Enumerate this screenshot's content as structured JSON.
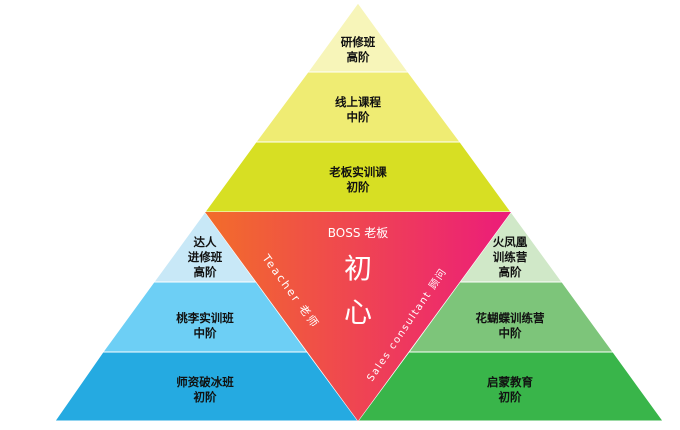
{
  "top_levels": [
    {
      "name": "研修班",
      "level": "高阶",
      "color": "#f7f5b9"
    },
    {
      "name": "线上课程",
      "level": "中阶",
      "color": "#efec73"
    },
    {
      "name": "老板实训课",
      "level": "初阶",
      "color": "#d7df23"
    }
  ],
  "left_levels": [
    {
      "name_line1": "达人",
      "name_line2": "进修班",
      "level": "高阶",
      "color": "#c8e8f7"
    },
    {
      "name": "桃李实训班",
      "level": "中阶",
      "color": "#6dcff5"
    },
    {
      "name": "师资破冰班",
      "level": "初阶",
      "color": "#25aae1"
    }
  ],
  "right_levels": [
    {
      "name_line1": "火凤凰",
      "name_line2": "训练营",
      "level": "高阶",
      "color": "#d0e8c8"
    },
    {
      "name": "花蝴蝶训练营",
      "level": "中阶",
      "color": "#7dc57a"
    },
    {
      "name": "启蒙教育",
      "level": "初阶",
      "color": "#39b54a"
    }
  ],
  "center": {
    "title": "BOSS 老板",
    "char1": "初",
    "char2": "心",
    "left_edge": "Teacher 老师",
    "right_edge": "Sales consultant 顾问",
    "gradient_start": "#f26d2a",
    "gradient_end": "#ec1c7a"
  }
}
